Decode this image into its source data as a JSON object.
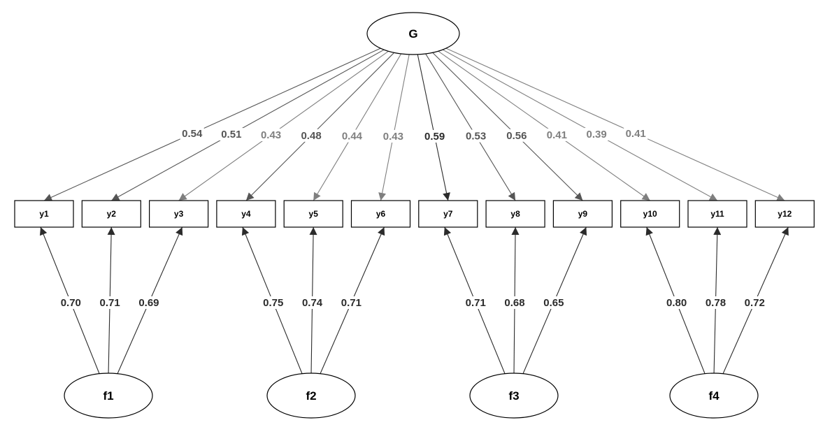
{
  "general_factor": {
    "label": "G"
  },
  "observed": [
    "y1",
    "y2",
    "y3",
    "y4",
    "y5",
    "y6",
    "y7",
    "y8",
    "y9",
    "y10",
    "y11",
    "y12"
  ],
  "group_factors": [
    {
      "label": "f1",
      "indicators": [
        0,
        1,
        2
      ],
      "loadings": [
        "0.70",
        "0.71",
        "0.69"
      ]
    },
    {
      "label": "f2",
      "indicators": [
        3,
        4,
        5
      ],
      "loadings": [
        "0.75",
        "0.74",
        "0.71"
      ]
    },
    {
      "label": "f3",
      "indicators": [
        6,
        7,
        8
      ],
      "loadings": [
        "0.71",
        "0.68",
        "0.65"
      ]
    },
    {
      "label": "f4",
      "indicators": [
        9,
        10,
        11
      ],
      "loadings": [
        "0.80",
        "0.78",
        "0.72"
      ]
    }
  ],
  "general_loadings": [
    "0.54",
    "0.51",
    "0.43",
    "0.48",
    "0.44",
    "0.43",
    "0.59",
    "0.53",
    "0.56",
    "0.41",
    "0.39",
    "0.41"
  ],
  "colors": {
    "strong": "#2b2b2b",
    "mid": "#555555",
    "weak": "#7f7f7f",
    "node_stroke": "#000000"
  }
}
